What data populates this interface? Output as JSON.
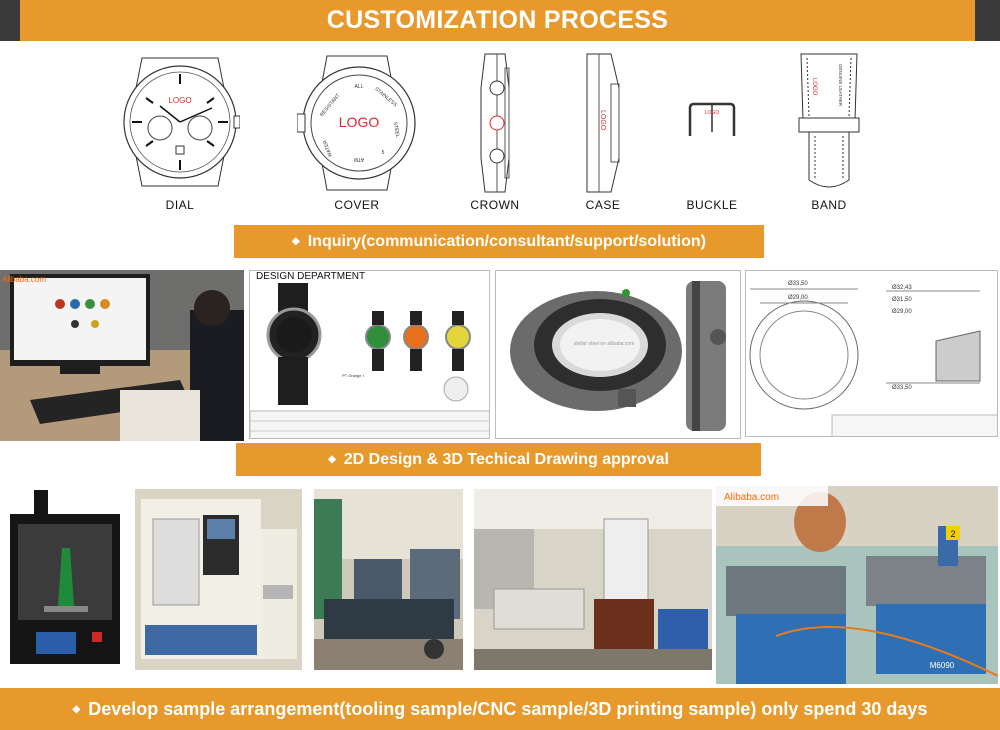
{
  "header": {
    "title": "CUSTOMIZATION PROCESS"
  },
  "parts": [
    {
      "label": "DIAL",
      "icon": "watch-dial-drawing"
    },
    {
      "label": "COVER",
      "icon": "watch-caseback-drawing"
    },
    {
      "label": "CROWN",
      "icon": "watch-crown-side-drawing"
    },
    {
      "label": "CASE",
      "icon": "watch-case-side-drawing"
    },
    {
      "label": "BUCKLE",
      "icon": "strap-buckle-drawing"
    },
    {
      "label": "BAND",
      "icon": "watch-band-drawing"
    }
  ],
  "dial": {
    "logo": "LOGO"
  },
  "cover": {
    "logo": "LOGO",
    "engraving": [
      "ALL",
      "STAINLESS",
      "STEEL",
      "5",
      "ATM",
      "WATER",
      "RESISTANT"
    ]
  },
  "case": {
    "logo": "LOGO"
  },
  "buckle": {
    "logo": "LOGO"
  },
  "band": {
    "text": "GENUINE LEATHER"
  },
  "steps": {
    "inquiry": "Inquiry(communication/consultant/support/solution)",
    "design": "2D Design &  3D Techical Drawing approval",
    "develop": "Develop sample arrangement(tooling sample/CNC sample/3D printing sample) only spend 30 days"
  },
  "photos": {
    "office": {
      "watermark": "Alibaba.com"
    },
    "design_sheet": {
      "title": "DESIGN DEPARTMENT",
      "model": "PT Orange I"
    },
    "case_3d": {
      "watermark": "stellar steel on alibaba.com"
    },
    "tech_drawing": {
      "dims": [
        "Ø33,50",
        "Ø29,00",
        "Ø32,43",
        "Ø31,50",
        "Ø29,00",
        "Ø33,50"
      ]
    },
    "machines": {
      "watermark": "Alibaba.com",
      "tag": "2",
      "machine_label": "M6090"
    }
  },
  "colors": {
    "accent": "#e79a2b",
    "header_dark": "#3a3a3a",
    "logo_red": "#e0262b"
  }
}
